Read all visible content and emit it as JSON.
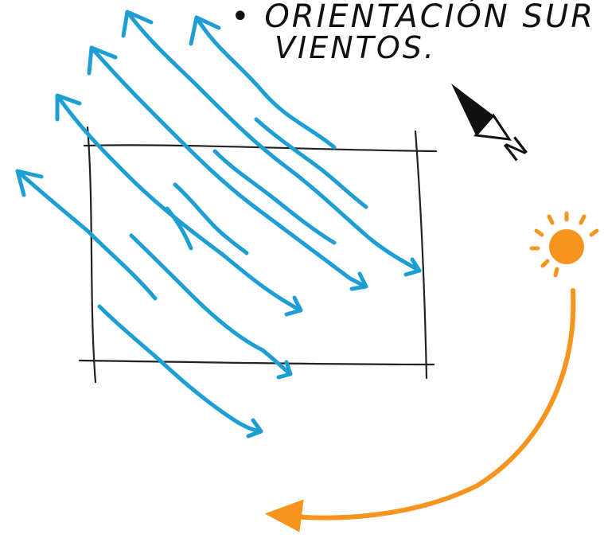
{
  "annotation": {
    "bullet": "•",
    "line1": "ORIENTACIÓN SUR",
    "line2": "VIENTOS."
  },
  "compass": {
    "label": "N",
    "icon": "north-arrow-icon"
  },
  "sun": {
    "icon": "sun-icon"
  },
  "colors": {
    "wind": "#1e9fd4",
    "sun": "#f7941d",
    "ink": "#111111"
  }
}
